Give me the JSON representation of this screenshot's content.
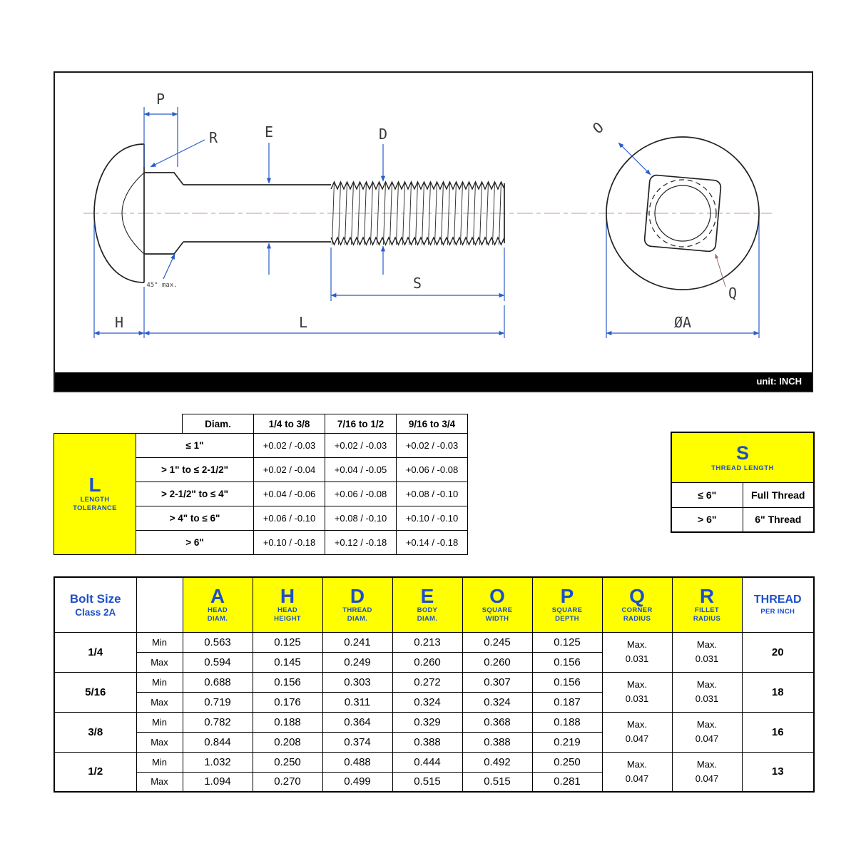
{
  "drawing": {
    "unit_note": "unit: INCH",
    "labels": {
      "p": "P",
      "r": "R",
      "e": "E",
      "d": "D",
      "s": "S",
      "l": "L",
      "h": "H",
      "o": "O",
      "q": "Q",
      "phi_a": "ØA",
      "angle_note": "45° max."
    }
  },
  "tolerance_table": {
    "corner": {
      "letter": "L",
      "caption_line1": "LENGTH",
      "caption_line2": "TOLERANCE"
    },
    "headers": [
      "Diam.",
      "1/4 to 3/8",
      "7/16 to 1/2",
      "9/16 to 3/4"
    ],
    "rows": [
      {
        "label": "≤ 1\"",
        "values": [
          "+0.02 / -0.03",
          "+0.02 / -0.03",
          "+0.02 / -0.03"
        ]
      },
      {
        "label": "> 1\" to ≤ 2-1/2\"",
        "values": [
          "+0.02 / -0.04",
          "+0.04 / -0.05",
          "+0.06 / -0.08"
        ]
      },
      {
        "label": "> 2-1/2\" to ≤ 4\"",
        "values": [
          "+0.04 / -0.06",
          "+0.06 / -0.08",
          "+0.08 / -0.10"
        ]
      },
      {
        "label": "> 4\" to ≤ 6\"",
        "values": [
          "+0.06 / -0.10",
          "+0.08 / -0.10",
          "+0.10 / -0.10"
        ]
      },
      {
        "label": "> 6\"",
        "values": [
          "+0.10 / -0.18",
          "+0.12 / -0.18",
          "+0.14 / -0.18"
        ]
      }
    ]
  },
  "thread_length_table": {
    "title": "S",
    "subtitle": "THREAD LENGTH",
    "rows": [
      {
        "condition": "≤ 6\"",
        "value": "Full Thread"
      },
      {
        "condition": "> 6\"",
        "value": "6\" Thread"
      }
    ]
  },
  "spec_table": {
    "title": "Bolt Size",
    "subtitle": "Class 2A",
    "min_label": "Min",
    "max_label": "Max",
    "max_note": "Max.",
    "columns": [
      {
        "letter": "A",
        "caption_line1": "HEAD",
        "caption_line2": "DIAM."
      },
      {
        "letter": "H",
        "caption_line1": "HEAD",
        "caption_line2": "HEIGHT"
      },
      {
        "letter": "D",
        "caption_line1": "THREAD",
        "caption_line2": "DIAM."
      },
      {
        "letter": "E",
        "caption_line1": "BODY",
        "caption_line2": "DIAM."
      },
      {
        "letter": "O",
        "caption_line1": "SQUARE",
        "caption_line2": "WIDTH"
      },
      {
        "letter": "P",
        "caption_line1": "SQUARE",
        "caption_line2": "DEPTH"
      },
      {
        "letter": "Q",
        "caption_line1": "CORNER",
        "caption_line2": "RADIUS"
      },
      {
        "letter": "R",
        "caption_line1": "FILLET",
        "caption_line2": "RADIUS"
      }
    ],
    "thread_header": {
      "line1": "THREAD",
      "line2": "PER INCH"
    },
    "groups": [
      {
        "size": "1/4",
        "min": [
          "0.563",
          "0.125",
          "0.241",
          "0.213",
          "0.245",
          "0.125"
        ],
        "max": [
          "0.594",
          "0.145",
          "0.249",
          "0.260",
          "0.260",
          "0.156"
        ],
        "q": "0.031",
        "r": "0.031",
        "tpi": "20"
      },
      {
        "size": "5/16",
        "min": [
          "0.688",
          "0.156",
          "0.303",
          "0.272",
          "0.307",
          "0.156"
        ],
        "max": [
          "0.719",
          "0.176",
          "0.311",
          "0.324",
          "0.324",
          "0.187"
        ],
        "q": "0.031",
        "r": "0.031",
        "tpi": "18"
      },
      {
        "size": "3/8",
        "min": [
          "0.782",
          "0.188",
          "0.364",
          "0.329",
          "0.368",
          "0.188"
        ],
        "max": [
          "0.844",
          "0.208",
          "0.374",
          "0.388",
          "0.388",
          "0.219"
        ],
        "q": "0.047",
        "r": "0.047",
        "tpi": "16"
      },
      {
        "size": "1/2",
        "min": [
          "1.032",
          "0.250",
          "0.488",
          "0.444",
          "0.492",
          "0.250"
        ],
        "max": [
          "1.094",
          "0.270",
          "0.499",
          "0.515",
          "0.515",
          "0.281"
        ],
        "q": "0.047",
        "r": "0.047",
        "tpi": "13"
      }
    ]
  },
  "colors": {
    "accent_blue": "#1d50c8",
    "dimension_blue": "#2a5cc8",
    "highlight_yellow": "#ffff00",
    "centerline_red": "#c79999"
  }
}
